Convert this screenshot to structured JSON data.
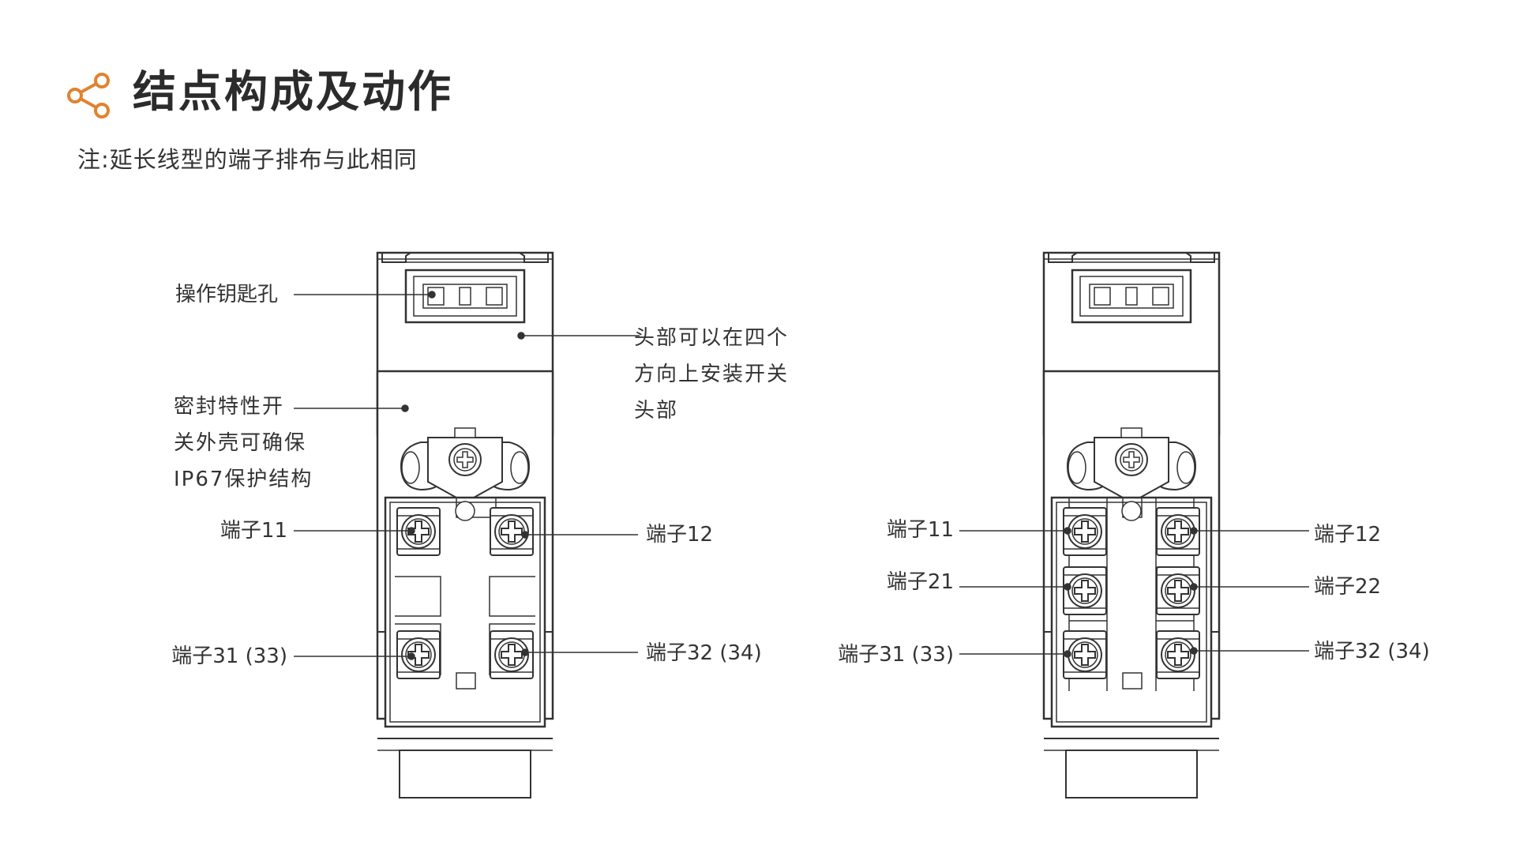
{
  "title": "结点构成及动作",
  "note": "注:延长线型的端子排布与此相同",
  "colors": {
    "accent": "#e0832f",
    "line": "#333333",
    "text": "#333333"
  },
  "icon": "share-icon",
  "left_diagram": {
    "callouts": {
      "key_hole": "操作钥匙孔",
      "head_note": [
        "头部可以在四个",
        "方向上安装开关",
        "头部"
      ],
      "seal_note": [
        "密封特性开",
        "关外壳可确保",
        "IP67保护结构"
      ],
      "t11": "端子11",
      "t12": "端子12",
      "t31": "端子31 (33)",
      "t32": "端子32 (34)"
    }
  },
  "right_diagram": {
    "callouts": {
      "t11": "端子11",
      "t12": "端子12",
      "t21": "端子21",
      "t22": "端子22",
      "t31": "端子31 (33)",
      "t32": "端子32 (34)"
    }
  }
}
